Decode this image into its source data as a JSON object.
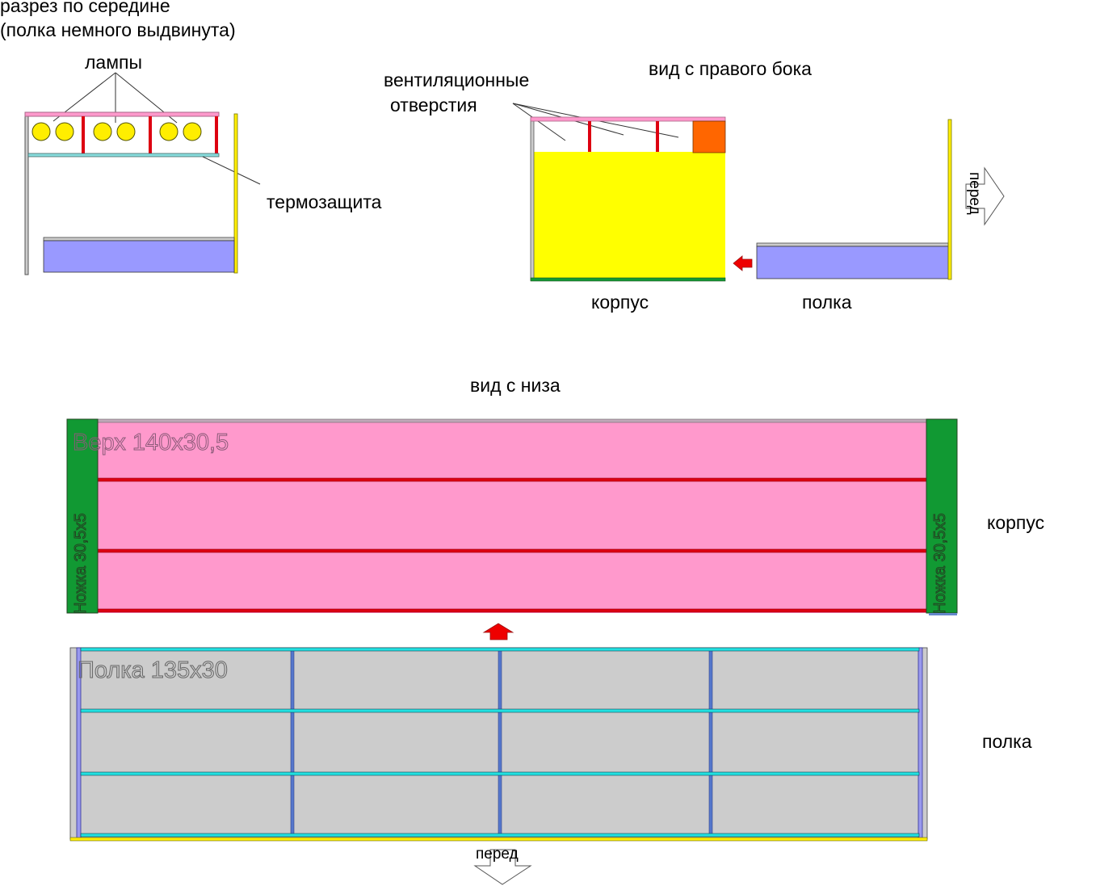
{
  "colors": {
    "top_pink": "#ff99cc",
    "top_border": "#cc7799",
    "red_beam": "#dd0011",
    "lamp_yellow": "#ffee00",
    "body_yellow": "#ffff00",
    "shelf_blue": "#9999ff",
    "gray_panel": "#cccccc",
    "cyan_slat": "#22e0e0",
    "blue_slat": "#5577cc",
    "leg_green": "#119933",
    "orange_block": "#ff6600",
    "arrow_red": "#ee0000"
  },
  "section_view": {
    "title_line1": "разрез по середине",
    "title_line2": "(полка немного выдвинута)",
    "lamps_label": "лампы",
    "thermal_label": "термозащита",
    "lamp_count": 6
  },
  "side_view": {
    "title": "вид с правого бока",
    "vent_label_line1": "вентиляционные",
    "vent_label_line2": "отверстия",
    "body_label": "корпус",
    "shelf_label": "полка",
    "front_arrow_label": "перед"
  },
  "bottom_view": {
    "title": "вид с низа",
    "top_panel_label": "Верх 140х30,5",
    "leg_label_left": "Ножка 30,5х5",
    "leg_label_right": "Ножка 30,5х5",
    "body_label": "корпус",
    "shelf_panel_label": "Полка 135х30",
    "shelf_label": "полка",
    "front_arrow_label": "перед"
  }
}
